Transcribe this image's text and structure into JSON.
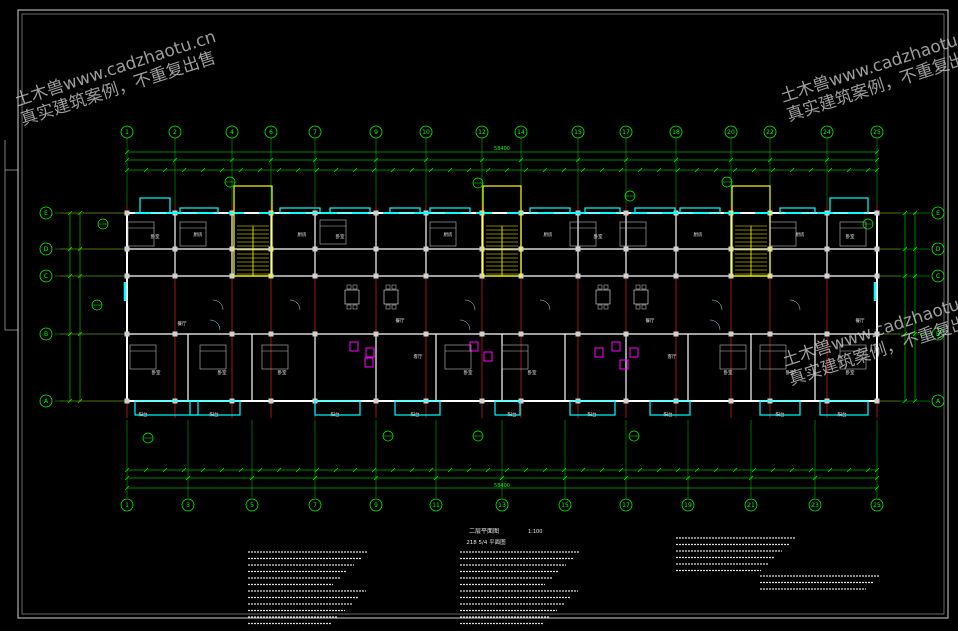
{
  "watermark": {
    "line1": "土木兽www.cadzhaotu.cn",
    "line2": "真实建筑案例，不重复出售"
  },
  "drawing": {
    "plan_title": "二层平面图",
    "plan_scale": "1:100",
    "unit_title": "218 5/4 平面图",
    "top_axes": [
      "1",
      "2",
      "4",
      "6",
      "7",
      "9",
      "10",
      "12",
      "14",
      "15",
      "17",
      "18",
      "20",
      "22",
      "24",
      "25"
    ],
    "bottom_axes": [
      "1",
      "3",
      "5",
      "7",
      "9",
      "11",
      "13",
      "15",
      "17",
      "19",
      "21",
      "23",
      "25"
    ],
    "row_axes": [
      "E",
      "D",
      "C",
      "B",
      "A"
    ],
    "total_dim": "58400",
    "rooms": {
      "bedroom": "卧室",
      "living": "客厅",
      "kitchen": "厨房",
      "bath": "卫生间",
      "balcony": "阳台",
      "dining": "餐厅"
    },
    "colors": {
      "axis": "#00ff00",
      "wall": "#ffffff",
      "gridline": "#ff2a2a",
      "window": "#00ffff",
      "stair": "#ffff00",
      "furniture": "#ff00ff",
      "background": "#000000"
    }
  }
}
